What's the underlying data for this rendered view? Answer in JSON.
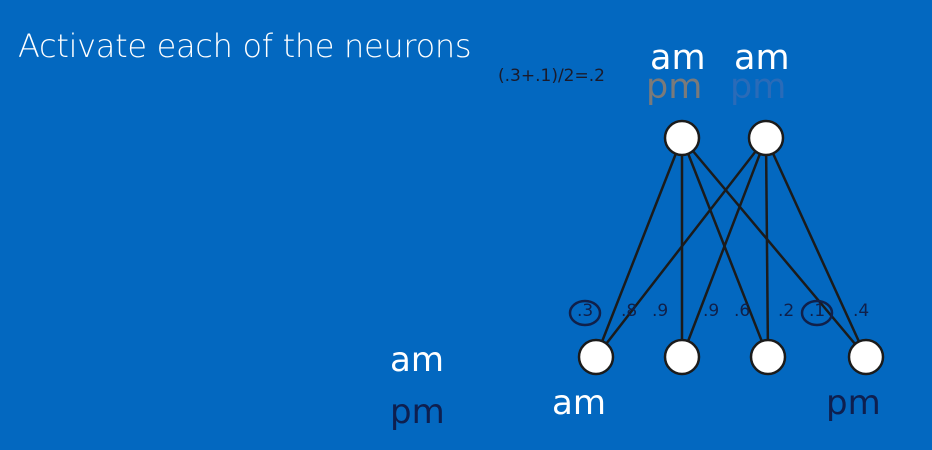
{
  "title": "Activate each of the neurons",
  "formula": "(.3+.1)/2=.2",
  "colors": {
    "background": "#0368c0",
    "white": "#ffffff",
    "dark_navy": "#0e1f4f",
    "grey": "#7a7a7a",
    "medium_blue": "#2a6bb8"
  },
  "top_neurons": [
    {
      "am": "am",
      "pm": "pm"
    },
    {
      "am": "am",
      "pm": "pm"
    }
  ],
  "legend": {
    "am": "am",
    "pm": "pm"
  },
  "bottom_labels": {
    "left": "am",
    "right": "pm"
  },
  "weights": [
    ".3",
    ".8",
    ".9",
    ".9",
    ".6",
    ".2",
    ".1",
    ".4"
  ],
  "circled_weights": [
    ".3",
    ".1"
  ]
}
